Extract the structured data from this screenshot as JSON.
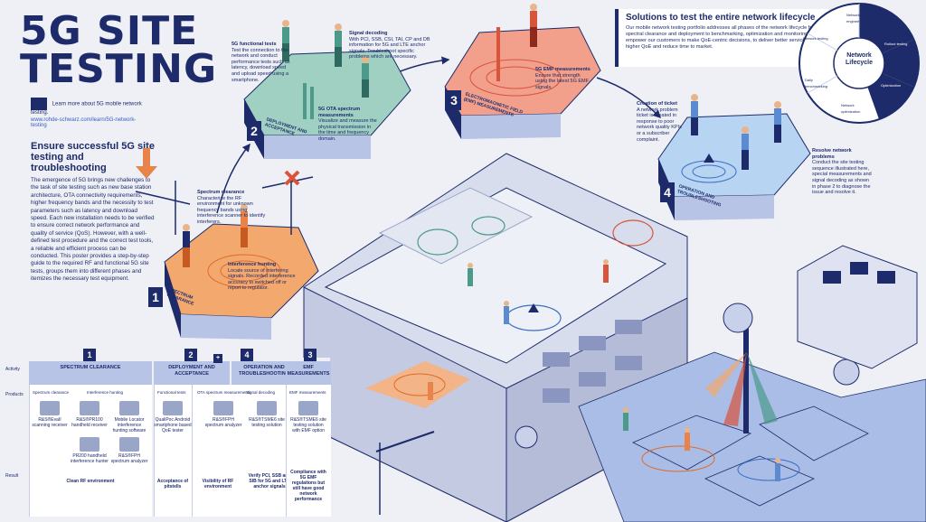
{
  "header": {
    "title_line1": "5G SITE",
    "title_line2": "TESTING",
    "learn_more": "Learn more about 5G mobile network testing.",
    "url": "www.rohde-schwarz.com/learn/5G-network-testing"
  },
  "intro": {
    "heading": "Ensure successful 5G site testing and troubleshooting",
    "body": "The emergence of 5G brings new challenges to the task of site testing such as new base station architecture, OTA connectivity requirements, higher frequency bands and the necessity to test parameters such as latency and download speed. Each new installation needs to be verified to ensure correct network performance and quality of service (QoS). However, with a well-defined test procedure and the correct test tools, a reliable and efficient process can be conducted. This poster provides a step-by-step guide to the required RF and functional 5G site tests, groups them into different phases and itemizes the necessary test equipment."
  },
  "lifecycle": {
    "heading": "Solutions to test the entire network lifecycle",
    "body": "Our mobile network testing portfolio addresses all phases of the network lifecycle from spectral clearance and deployment to benchmarking, optimization and monitoring. We empower our customers to make QoE-centric decisions, to deliver better services with higher QoE and reduce time to market.",
    "center_label": "Network Lifecycle",
    "segments": [
      "Network engineering",
      "Rollout testing",
      "Daily benchmarking",
      "Optimization",
      "Network optimization",
      "Network testing"
    ]
  },
  "phases": [
    {
      "num": "1",
      "name": "SPECTRUM CLEARANCE",
      "A": "Spectrum clearance",
      "A_text": "Characterize the RF environment for unknown frequency bands using interference scanner to identify interferers.",
      "B": "Interference hunting",
      "B_text": "Locate source of interfering signals. Recorded interference accuracy to switched off or report to regulator."
    },
    {
      "num": "2",
      "name": "DEPLOYMENT AND ACCEPTANCE",
      "A": "5G functional tests",
      "A_text": "Test the connection to the network and conduct performance tests such as latency, download speed and upload speed using a smartphone.",
      "B": "5G OTA spectrum measurements",
      "B_text": "Visualize and measure the physical transmission in the time and frequency domain.",
      "C": "Signal decoding",
      "C_text": "With PCI, SSB, CSI, TAI, CP and DB information for 5G and LTE anchor signals. Troubleshoot specific problems which are necessary."
    },
    {
      "num": "3",
      "name": "ELECTROMAGNETIC FIELD (EMF) MEASUREMENTS",
      "A": "5G EMF measurements",
      "A_text": "Ensure that strength using the latest 5G EMF signals."
    },
    {
      "num": "4",
      "name": "OPERATION AND TROUBLESHOOTING",
      "A": "Creation of ticket",
      "A_text": "A network problem ticket is created in response to poor network quality KPIs or a subscriber complaint.",
      "B": "Resolve network problems",
      "B_text": "Conduct the site testing sequence illustrated here, special measurements and signal decoding as shown in phase 2 to diagnose the issue and resolve it."
    }
  ],
  "table": {
    "row_labels": [
      "Activity",
      "Products",
      "Result"
    ],
    "columns": [
      {
        "num": "1",
        "header": "SPECTRUM CLEARANCE",
        "sub": [
          "Spectrum clearance",
          "Interference hunting"
        ],
        "products": [
          "R&S®EvaII scanning receiver",
          "R&S®PR100 handheld receiver",
          "Mobile Locator interference hunting software",
          "PR200 handheld interference hunter",
          "R&S®FPH spectrum analyzer"
        ],
        "result": "Clean RF environment"
      },
      {
        "num": "2",
        "header": "DEPLOYMENT AND ACCEPTANCE",
        "sub": [
          "Functional tests"
        ],
        "products": [
          "QualiPoc Android smartphone based QoE tester"
        ],
        "result": "Acceptance of pitstells"
      },
      {
        "num": "4",
        "header": "OPERATION AND TROUBLESHOOTING",
        "sub": [
          "OTA spectrum measurements",
          "Signal decoding"
        ],
        "products": [
          "R&S®FPH spectrum analyzer",
          "R&S®TSME6 site testing solution"
        ],
        "result2a": "Visibility of RF environment",
        "result2b": "Verify PCI, SSB and SIB for 5G and LTE anchor signals"
      },
      {
        "num": "3",
        "header": "EMF MEASUREMENTS",
        "sub": [
          "EMF measurements"
        ],
        "products": [
          "R&S®TSME6 site testing solution with EMF option"
        ],
        "result": "Compliance with 5G EMF regulations but still have good network performance"
      }
    ],
    "link_num": "+"
  },
  "colors": {
    "navy": "#1d2b6b",
    "orange": "#e8834a",
    "teal": "#5fa89e",
    "red": "#d9543a",
    "sky": "#a9c6ec",
    "bg": "#eef0f6"
  }
}
